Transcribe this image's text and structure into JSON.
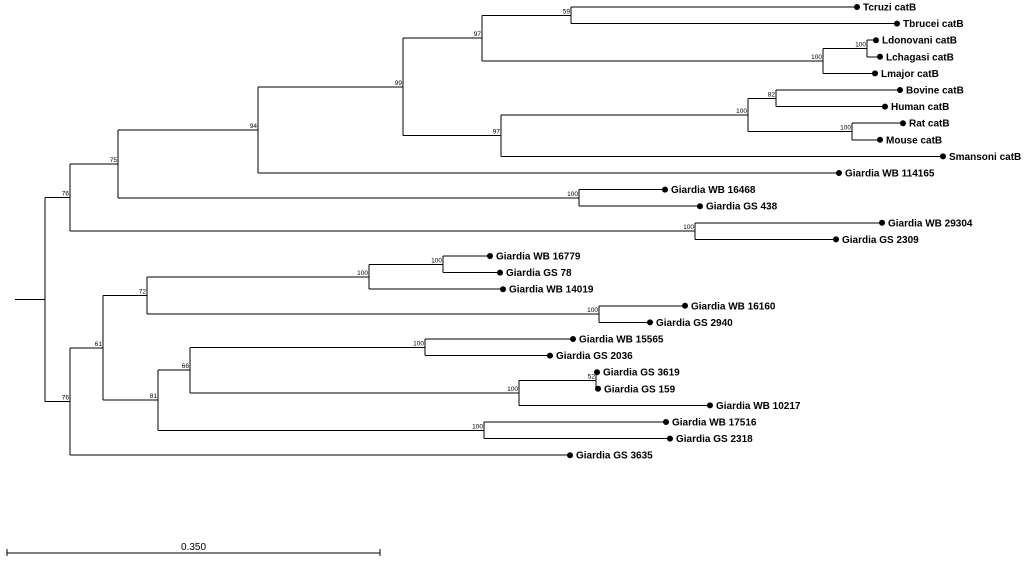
{
  "colors": {
    "line": "#000000",
    "background": "#ffffff"
  },
  "scale_bar": {
    "label": "0.350"
  },
  "tree": {
    "children": [
      {
        "support": "76",
        "children": [
          {
            "support": "75",
            "children": [
              {
                "support": "94",
                "children": [
                  {
                    "support": "99",
                    "children": [
                      {
                        "support": "97",
                        "children": [
                          {
                            "support": "59",
                            "children": [
                              {
                                "name": "Tcruzi catB"
                              },
                              {
                                "name": "Tbrucei catB"
                              }
                            ]
                          },
                          {
                            "support": "100",
                            "children": [
                              {
                                "support": "100",
                                "children": [
                                  {
                                    "name": "Ldonovani catB"
                                  },
                                  {
                                    "name": "Lchagasi catB"
                                  }
                                ]
                              },
                              {
                                "name": "Lmajor catB"
                              }
                            ]
                          }
                        ]
                      },
                      {
                        "support": "97",
                        "children": [
                          {
                            "support": "100",
                            "children": [
                              {
                                "support": "82",
                                "children": [
                                  {
                                    "name": "Bovine catB"
                                  },
                                  {
                                    "name": "Human catB"
                                  }
                                ]
                              },
                              {
                                "support": "100",
                                "children": [
                                  {
                                    "name": "Rat catB"
                                  },
                                  {
                                    "name": "Mouse catB"
                                  }
                                ]
                              }
                            ]
                          },
                          {
                            "name": "Smansoni catB"
                          }
                        ]
                      }
                    ]
                  },
                  {
                    "name": "Giardia WB 114165"
                  }
                ]
              },
              {
                "support": "100",
                "children": [
                  {
                    "name": "Giardia WB 16468"
                  },
                  {
                    "name": "Giardia GS 438"
                  }
                ]
              }
            ]
          },
          {
            "support": "100",
            "children": [
              {
                "name": "Giardia WB 29304"
              },
              {
                "name": "Giardia GS 2309"
              }
            ]
          }
        ]
      },
      {
        "support": "76",
        "children": [
          {
            "support": "61",
            "children": [
              {
                "support": "72",
                "children": [
                  {
                    "support": "100",
                    "children": [
                      {
                        "support": "100",
                        "children": [
                          {
                            "name": "Giardia WB 16779"
                          },
                          {
                            "name": "Giardia GS 78"
                          }
                        ]
                      },
                      {
                        "name": "Giardia WB 14019"
                      }
                    ]
                  },
                  {
                    "support": "100",
                    "children": [
                      {
                        "name": "Giardia WB 16160"
                      },
                      {
                        "name": "Giardia GS 2940"
                      }
                    ]
                  }
                ]
              },
              {
                "support": "81",
                "children": [
                  {
                    "support": "66",
                    "children": [
                      {
                        "support": "100",
                        "children": [
                          {
                            "name": "Giardia WB 15565"
                          },
                          {
                            "name": "Giardia GS 2036"
                          }
                        ]
                      },
                      {
                        "support": "100",
                        "children": [
                          {
                            "support": "52",
                            "children": [
                              {
                                "name": "Giardia GS 3619"
                              },
                              {
                                "name": "Giardia GS 159"
                              }
                            ]
                          },
                          {
                            "name": "Giardia WB 10217"
                          }
                        ]
                      }
                    ]
                  },
                  {
                    "support": "100",
                    "children": [
                      {
                        "name": "Giardia WB 17516"
                      },
                      {
                        "name": "Giardia GS 2318"
                      }
                    ]
                  }
                ]
              }
            ]
          },
          {
            "name": "Giardia GS 3635"
          }
        ]
      }
    ]
  }
}
